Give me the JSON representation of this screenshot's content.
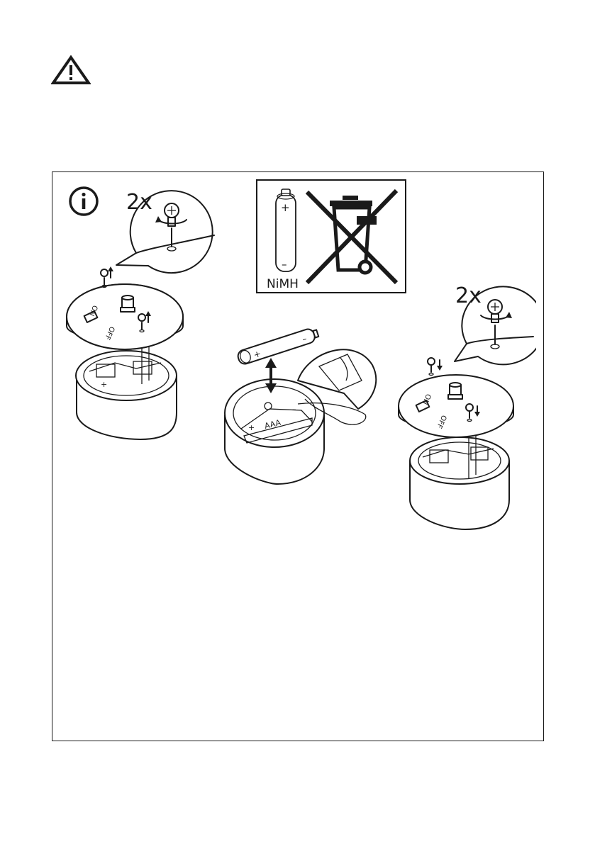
{
  "warning": {
    "icon": "warning-triangle-icon"
  },
  "info": {
    "icon": "info-icon"
  },
  "step1": {
    "count_label": "2x",
    "switch_on": "ON",
    "switch_off": "OFF"
  },
  "step2": {
    "battery_type": "AAA",
    "plus": "+",
    "minus": "–"
  },
  "step3": {
    "count_label": "2x",
    "switch_on": "ON",
    "switch_off": "OFF"
  },
  "disposal": {
    "battery_label": "NiMH",
    "plus": "+",
    "minus": "–"
  }
}
